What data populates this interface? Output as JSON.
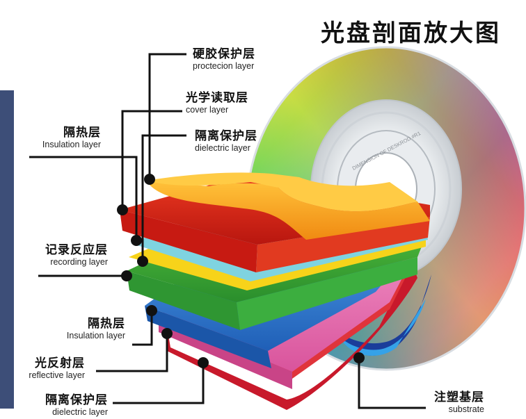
{
  "title": "光盘剖面放大图",
  "disc_text": "DIMENSION OF DESKROD #R1",
  "labels": [
    {
      "key": "protection",
      "zh": "硬胶保护层",
      "en": "proctecion layer"
    },
    {
      "key": "cover",
      "zh": "光学读取层",
      "en": "cover layer"
    },
    {
      "key": "dielectric_top",
      "zh": "隔离保护层",
      "en": "dielectric layer"
    },
    {
      "key": "insulation_top",
      "zh": "隔热层",
      "en": "Insulation layer"
    },
    {
      "key": "recording",
      "zh": "记录反应层",
      "en": "recording layer"
    },
    {
      "key": "insulation_bottom",
      "zh": "隔热层",
      "en": "Insulation layer"
    },
    {
      "key": "reflective",
      "zh": "光反射层",
      "en": "reflective layer"
    },
    {
      "key": "dielectric_bottom",
      "zh": "隔离保护层",
      "en": "dielectric layer"
    },
    {
      "key": "substrate",
      "zh": "注塑基层",
      "en": "substrate"
    }
  ],
  "colors": {
    "accent_bar": "#3d4e78",
    "layer_orange": "#f5a623",
    "layer_red": "#d9261c",
    "layer_cyan": "#7fd3e0",
    "layer_yellow": "#f7d31a",
    "layer_green": "#3aa83c",
    "layer_blue": "#2f7fd6",
    "layer_pink": "#e97ab7",
    "layer_darkred": "#c8192b",
    "leader_line": "#111111"
  }
}
